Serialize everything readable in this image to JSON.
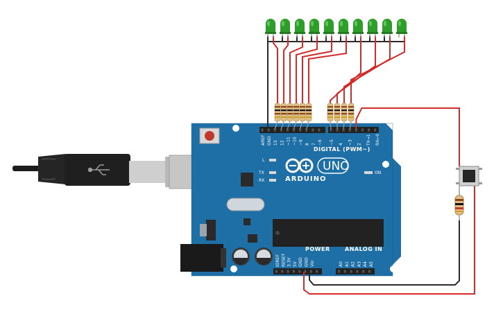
{
  "board": {
    "digital_header": "DIGITAL (PWM~)",
    "digital_pins": [
      "AREF",
      "GND",
      "13",
      "12",
      "~11",
      "~10",
      "~9",
      "8",
      "7",
      "~6",
      "~5",
      "4",
      "~3",
      "2",
      "TX→1",
      "RX←0"
    ],
    "power_header": "POWER",
    "power_pins": [
      "IOREF",
      "RESET",
      "3.3V",
      "5V",
      "GND",
      "GND",
      "Vin"
    ],
    "analog_header": "ANALOG IN",
    "analog_pins": [
      "A0",
      "A1",
      "A2",
      "A3",
      "A4",
      "A5"
    ],
    "led_labels": [
      "L",
      "TX",
      "RX"
    ],
    "on_label": "ON",
    "brand": "ARDUINO",
    "model": "UNO"
  },
  "components": {
    "led_count": 10,
    "led_color": "#2e9e2a",
    "board_color": "#1d6fa8",
    "wire_red": "#d42a2a",
    "wire_black": "#2a2a2a"
  }
}
